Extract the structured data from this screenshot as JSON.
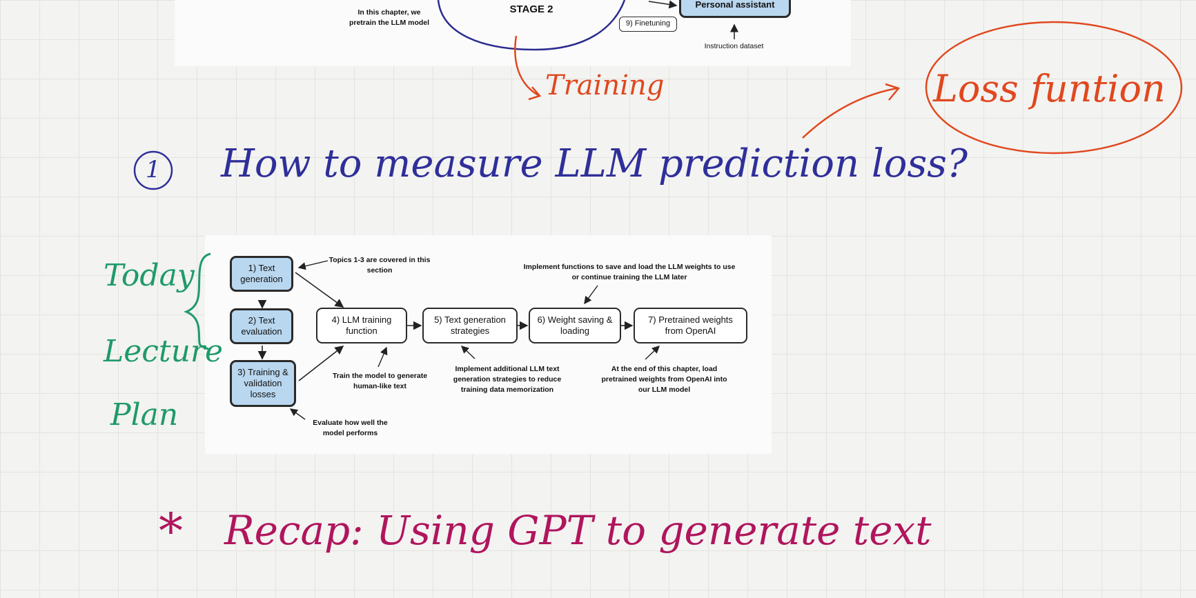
{
  "top_figure": {
    "chapter_note": "In this chapter, we pretrain the LLM model",
    "stage_label": "STAGE 2",
    "assistant_box": "Personal assistant",
    "finetuning_box": "9) Finetuning",
    "instruction_dataset": "Instruction dataset"
  },
  "annotations": {
    "training": "Training",
    "loss_function": "Loss funtion",
    "item_number": "1",
    "question": "How to measure LLM prediction loss?",
    "lecture_plan": [
      "Today",
      "Lecture",
      "Plan"
    ],
    "recap_star": "*",
    "recap": "Recap: Using GPT to generate text"
  },
  "colors": {
    "question_ink": "#2f2f9a",
    "red_ink": "#e0481f",
    "green_ink": "#1f9a6a",
    "magenta_ink": "#b0155d",
    "box_fill": "#b9d7ef"
  },
  "diagram": {
    "boxes": [
      "1) Text generation",
      "2) Text evaluation",
      "3) Training & validation losses",
      "4) LLM training function",
      "5) Text generation strategies",
      "6) Weight saving & loading",
      "7) Pretrained weights from OpenAI"
    ],
    "notes": {
      "topics": "Topics 1-3 are covered in this section",
      "save_load": "Implement functions to save and load the LLM weights to use or continue training the LLM later",
      "train": "Train the model to generate human-like text",
      "strategies": "Implement additional LLM text generation strategies to reduce training data memorization",
      "end": "At the end of this chapter, load pretrained weights from OpenAI into our LLM model",
      "evaluate": "Evaluate how well the model performs"
    }
  }
}
